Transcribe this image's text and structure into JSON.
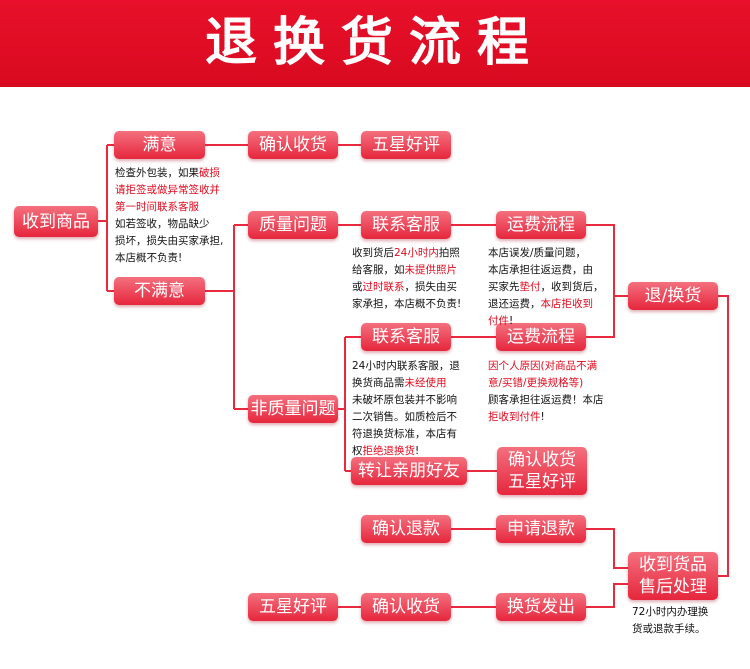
{
  "title": "退换货流程",
  "nodes": {
    "received": "收到商品",
    "satisfied": "满意",
    "confirm_receipt_top": "确认收货",
    "five_star_top": "五星好评",
    "not_satisfied": "不满意",
    "quality_issue": "质量问题",
    "contact_cs_1": "联系客服",
    "shipping_process_1": "运费流程",
    "return_exchange": "退/换货",
    "non_quality_issue": "非质量问题",
    "contact_cs_2": "联系客服",
    "shipping_process_2": "运费流程",
    "transfer_friends": "转让亲朋好友",
    "confirm_receipt_star_line1": "确认收货",
    "confirm_receipt_star_line2": "五星好评",
    "confirm_refund": "确认退款",
    "apply_refund": "申请退款",
    "after_sale_line1": "收到货品",
    "after_sale_line2": "售后处理",
    "five_star_bottom": "五星好评",
    "confirm_receipt_bottom": "确认收货",
    "exchange_ship": "换货发出"
  },
  "notes": {
    "inspect": [
      [
        "检查外包装，如果",
        "破损"
      ],
      [
        "请拒签或做异常签收并",
        ""
      ],
      [
        "第一时间联系客服",
        ""
      ],
      [
        "如若签收，物品缺少",
        ""
      ],
      [
        "损坏，损失由买家承担,",
        ""
      ],
      [
        "本店概不负责!",
        ""
      ]
    ],
    "quality_cs": [
      [
        "收到货后",
        "24小时内",
        "拍照"
      ],
      [
        "给客服，如",
        "未提供照片",
        ""
      ],
      [
        "或",
        "过时联系",
        "，损失由买"
      ],
      [
        "家承担，本店概不负责!",
        "",
        ""
      ]
    ],
    "quality_shipping": [
      [
        "本店误发/质量问题，",
        "",
        ""
      ],
      [
        "本店承担往返运费，由",
        "",
        ""
      ],
      [
        "买家先",
        "垫付",
        "，收到货后，"
      ],
      [
        "退还运费，",
        "本店拒收到",
        ""
      ],
      [
        "",
        "付件",
        "!"
      ]
    ],
    "nonquality_cs": [
      [
        "24小时内联系客服，退",
        "",
        ""
      ],
      [
        "换货商品需",
        "未经使用",
        ""
      ],
      [
        "未破坏原包装并不影响",
        "",
        ""
      ],
      [
        "二次销售。如质检后不",
        "",
        ""
      ],
      [
        "符退换货标准，本店有",
        "",
        ""
      ],
      [
        "权",
        "拒绝退换货",
        "!"
      ]
    ],
    "nonquality_shipping": [
      [
        "",
        "因个人原因(对商品不满",
        ""
      ],
      [
        "",
        "意/买错/更换规格等)",
        ""
      ],
      [
        "顾客承担往返运费！本店",
        "",
        ""
      ],
      [
        "",
        "拒收到付件",
        "!"
      ]
    ],
    "after_sale": [
      "72小时内办理换",
      "货或退款手续。"
    ]
  }
}
